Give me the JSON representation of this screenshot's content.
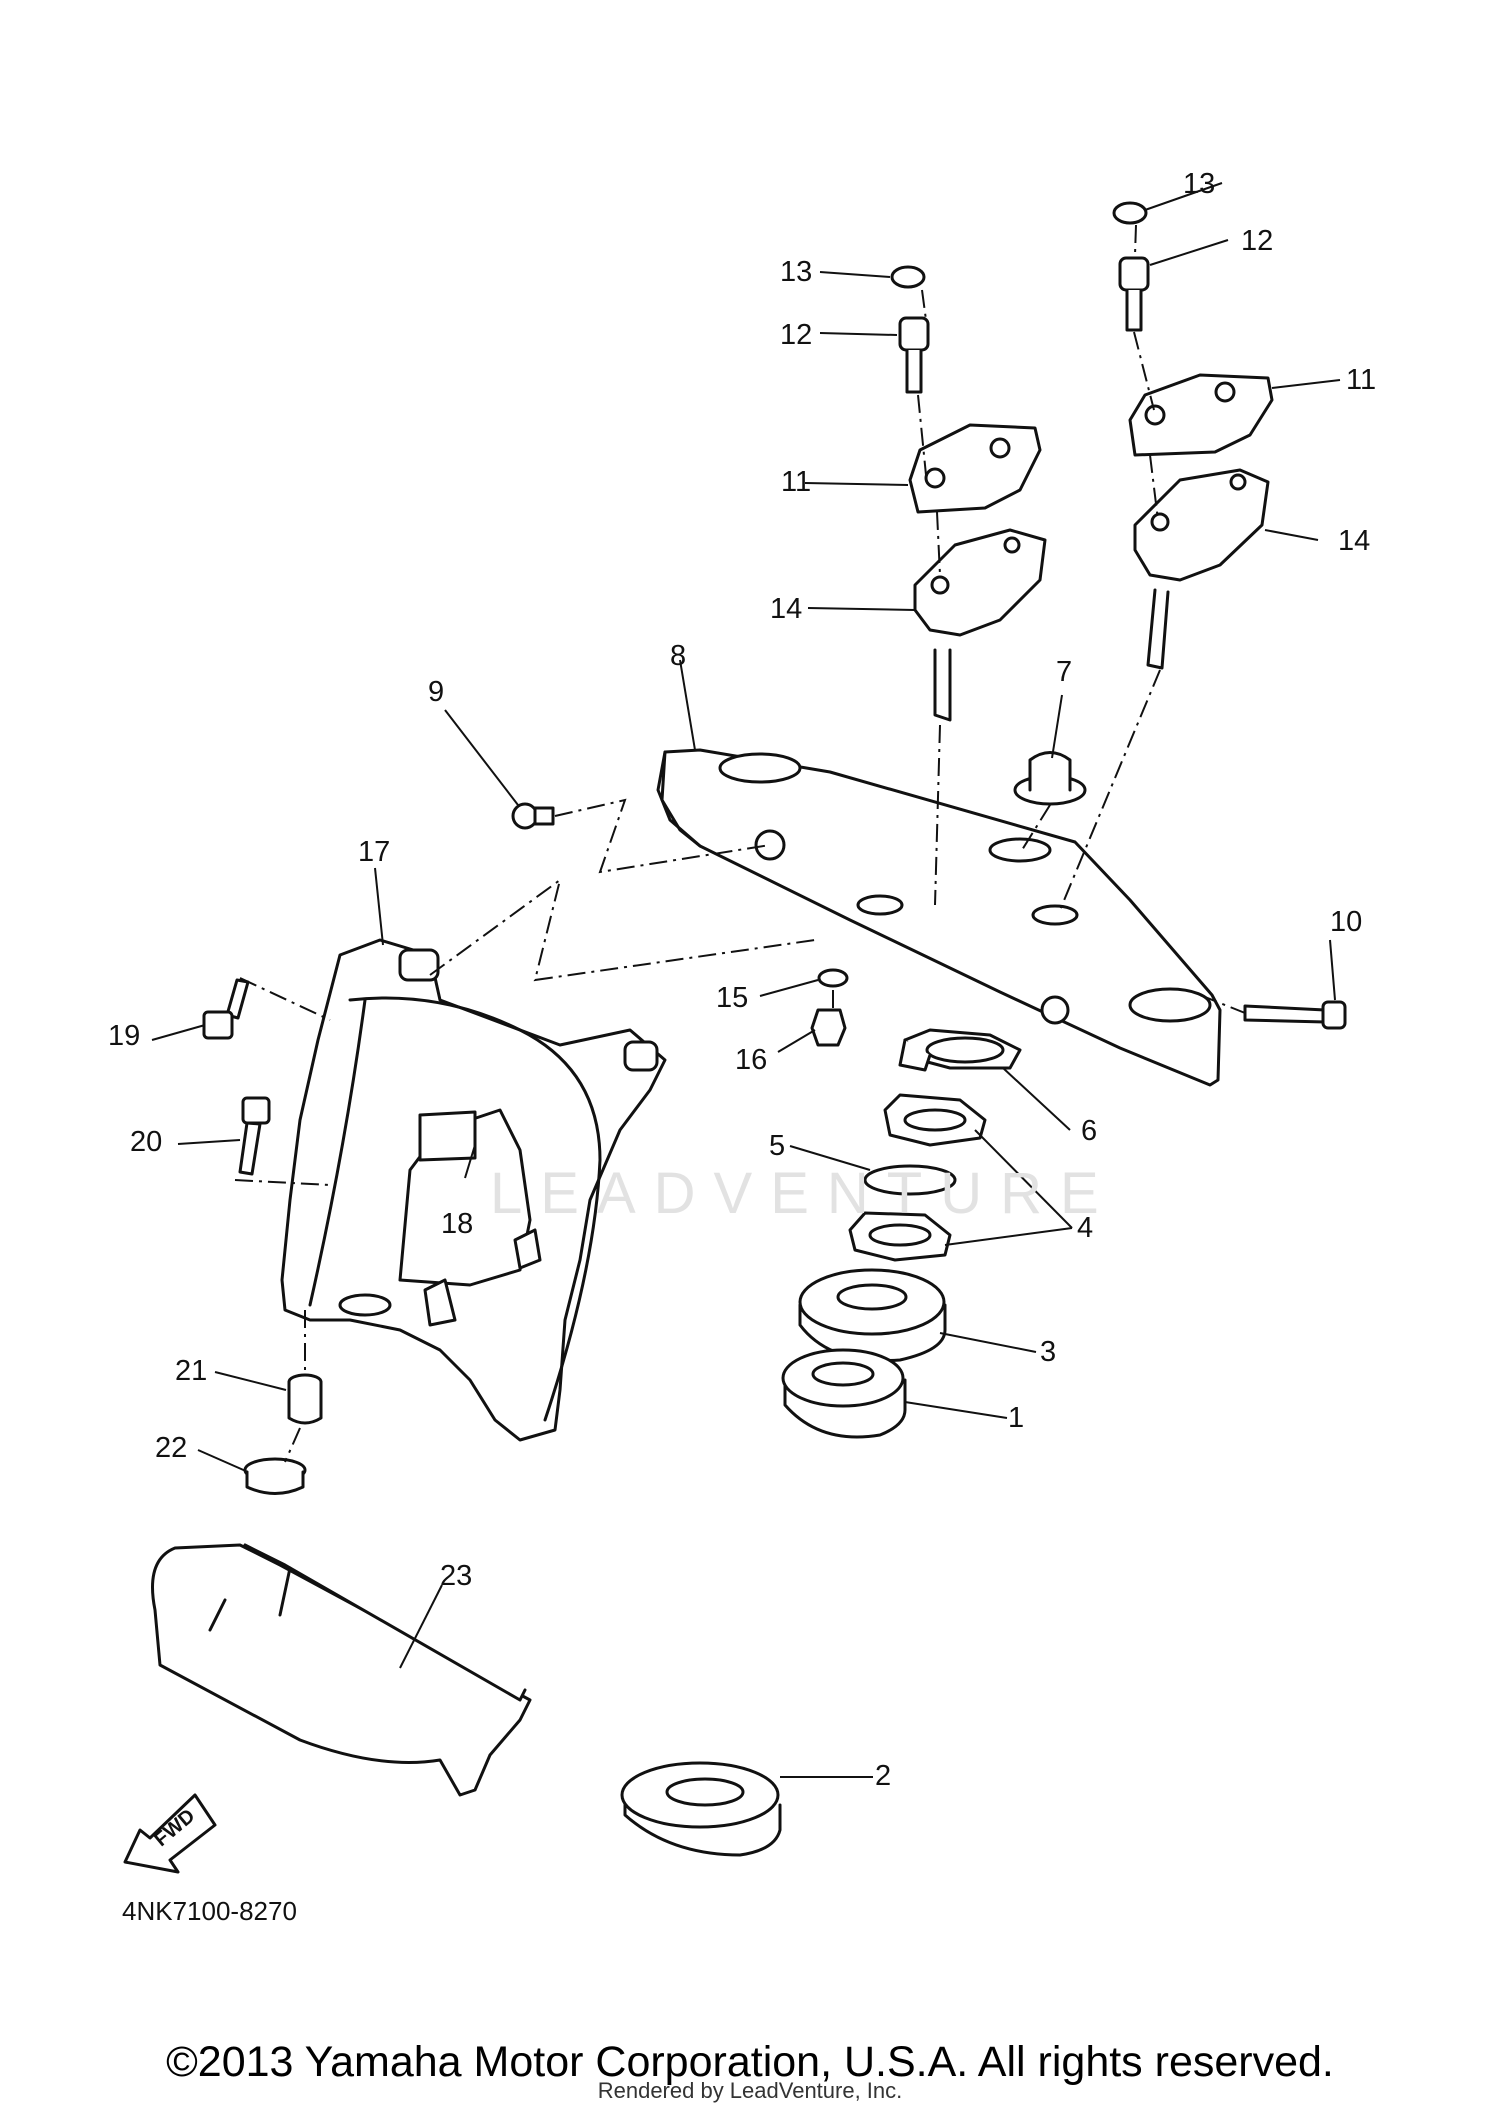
{
  "callouts": {
    "n1": "1",
    "n2": "2",
    "n3": "3",
    "n4": "4",
    "n5": "5",
    "n6": "6",
    "n7": "7",
    "n8": "8",
    "n9": "9",
    "n10": "10",
    "n11": "11",
    "n12": "12",
    "n13": "13",
    "n14": "14",
    "n15": "15",
    "n16": "16",
    "n17": "17",
    "n18": "18",
    "n19": "19",
    "n20": "20",
    "n21": "21",
    "n22": "22",
    "n23": "23"
  },
  "fwd_arrow_label": "FWD",
  "diagram_code": "4NK7100-8270",
  "watermark": "LEADVENTURE",
  "copyright": "©2013 Yamaha Motor Corporation, U.S.A. All rights reserved.",
  "rendered_by": "Rendered by LeadVenture, Inc."
}
